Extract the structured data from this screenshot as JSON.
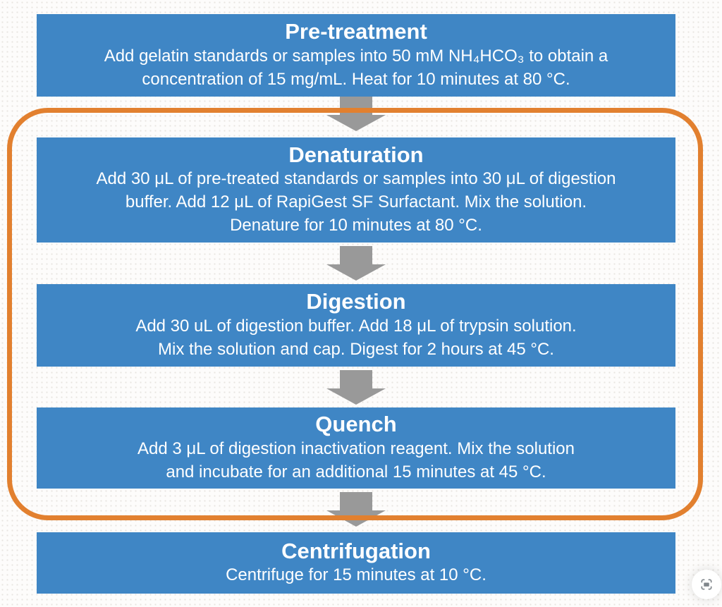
{
  "canvas": {
    "background_color": "#fdfcfb",
    "dot_texture_color": "#e8e5e1"
  },
  "flowchart": {
    "box_color": "#3f86c5",
    "text_color": "#ffffff",
    "arrow_color": "#999999",
    "steps": [
      {
        "title": "Pre-treatment",
        "lines": [
          "Add gelatin standards or samples into 50 mM NH₄HCO₃ to obtain a",
          "concentration of 15 mg/mL. Heat for 10 minutes at 80 °C."
        ]
      },
      {
        "title": "Denaturation",
        "lines": [
          "Add 30 μL of pre-treated standards or samples into 30 μL of digestion",
          "buffer. Add 12 μL of RapiGest SF Surfactant. Mix the solution.",
          "Denature for 10 minutes at 80 °C."
        ]
      },
      {
        "title": "Digestion",
        "lines": [
          "Add 30 uL of digestion buffer. Add 18 μL of trypsin solution.",
          "Mix the solution and cap. Digest for 2 hours at 45 °C."
        ]
      },
      {
        "title": "Quench",
        "lines": [
          "Add 3 μL of digestion inactivation reagent. Mix the solution",
          "and incubate for an additional 15 minutes at 45 °C."
        ]
      },
      {
        "title": "Centrifugation",
        "lines": [
          "Centrifuge for 15 minutes at 10 °C."
        ]
      }
    ],
    "highlight": {
      "border_color": "#e2802f",
      "enclosed_steps": [
        "Denaturation",
        "Digestion",
        "Quench"
      ]
    }
  },
  "overlay": {
    "scan_button_icon": "scan-frame-icon"
  }
}
